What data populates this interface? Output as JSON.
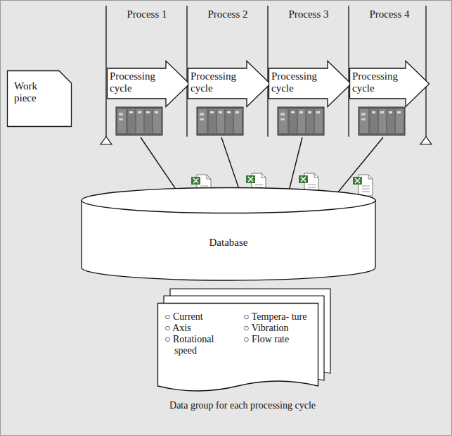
{
  "diagram": {
    "caption": "Data group for each processing cycle",
    "nodes": [
      {
        "text": [
          "Work piece"
        ]
      },
      {
        "text": [
          "Processing cycle"
        ]
      },
      {
        "text": [
          "Processing cycle"
        ]
      },
      {
        "text": [
          "Processing cycle"
        ]
      },
      {
        "text": [
          "Processing cycle"
        ]
      },
      {
        "text": [
          "Database"
        ]
      },
      {
        "text": [
          "○ Current",
          "○ Axis",
          "○ Rotational speed",
          "○ Tempera- ture",
          "○ Vibration",
          "○ Flow rate"
        ]
      }
    ],
    "labels": [
      "Process 1",
      "Process 2",
      "Process 3",
      "Process 4"
    ]
  }
}
